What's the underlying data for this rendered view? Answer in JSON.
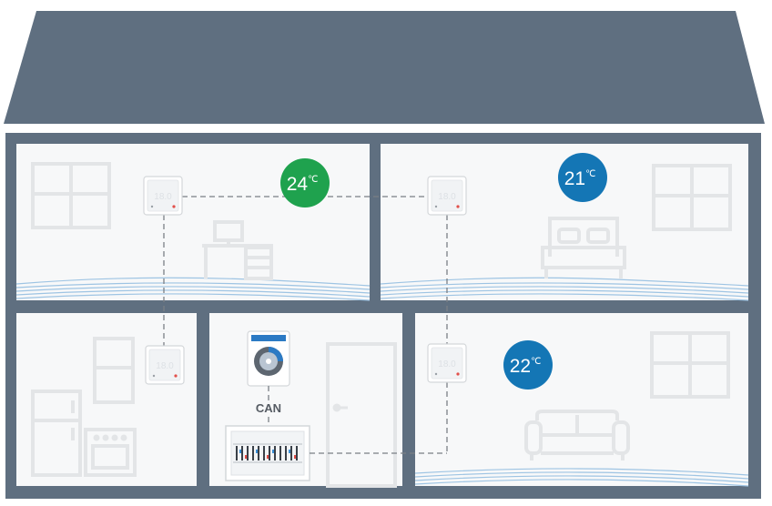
{
  "colors": {
    "roof": "#5f6f80",
    "frame": "#5f6f80",
    "room_bg": "#f7f8f9",
    "furniture": "#e3e5e7",
    "badge_green": "#1fa24e",
    "badge_blue": "#1476b5",
    "floor_heating": "#7fb3da",
    "wire": "#7a7f85"
  },
  "rooms": {
    "study": {
      "temperature": "24",
      "unit": "℃",
      "badge_color": "green"
    },
    "bedroom": {
      "temperature": "21",
      "unit": "℃",
      "badge_color": "blue"
    },
    "living": {
      "temperature": "22",
      "unit": "℃",
      "badge_color": "blue"
    }
  },
  "thermostat": {
    "display": "18.0"
  },
  "bus_label": "CAN",
  "icons": [
    "window-icon",
    "desk-icon",
    "bed-icon",
    "fridge-icon",
    "oven-icon",
    "cabinet-icon",
    "door-icon",
    "sofa-icon",
    "thermostat-icon",
    "controller-icon",
    "manifold-icon"
  ]
}
